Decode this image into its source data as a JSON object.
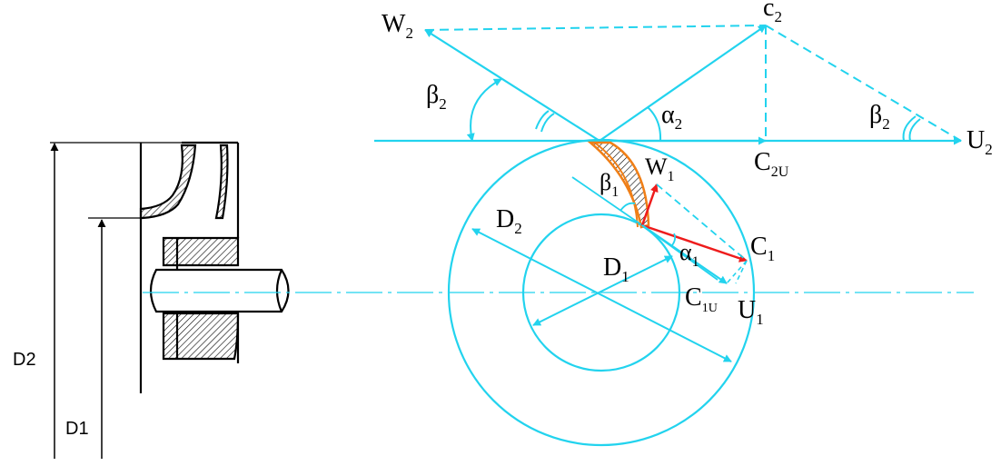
{
  "colors": {
    "vector": "#22d3ee",
    "inlet_vector": "#ee1c1c",
    "blade": "#f07f17",
    "ink": "#000000"
  },
  "labels": {
    "W2": {
      "main": "W",
      "sub": "2"
    },
    "c2": {
      "main": "c",
      "sub": "2"
    },
    "beta2_left": {
      "main": "β",
      "sub": "2"
    },
    "alpha2": {
      "main": "α",
      "sub": "2"
    },
    "beta2_right": {
      "main": "β",
      "sub": "2"
    },
    "U2": {
      "main": "U",
      "sub": "2"
    },
    "C2U": {
      "main": "C",
      "sub": "2U"
    },
    "beta1": {
      "main": "β",
      "sub": "1"
    },
    "W1": {
      "main": "W",
      "sub": "1"
    },
    "D2_circle": {
      "main": "D",
      "sub": "2"
    },
    "D1_circle": {
      "main": "D",
      "sub": "1"
    },
    "alpha1": {
      "main": "α",
      "sub": "1"
    },
    "C1": {
      "main": "C",
      "sub": "1"
    },
    "C1U": {
      "main": "C",
      "sub": "1U"
    },
    "U1": {
      "main": "U",
      "sub": "1"
    },
    "D2_dim": "D2",
    "D1_dim": "D1"
  }
}
